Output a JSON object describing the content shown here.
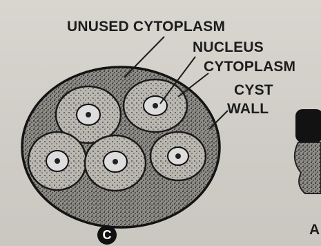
{
  "labels": {
    "unused_cytoplasm": "UNUSED CYTOPLASM",
    "nucleus": "NUCLEUS",
    "cytoplasm": "CYTOPLASM",
    "cyst_wall_line1": "CYST",
    "cyst_wall_line2": "WALL"
  },
  "panels": {
    "current": "C",
    "next_partial": "A"
  },
  "colors": {
    "background": "#cfcdc6",
    "ink": "#1c1c1c",
    "stipple": "#2a2a2a"
  }
}
